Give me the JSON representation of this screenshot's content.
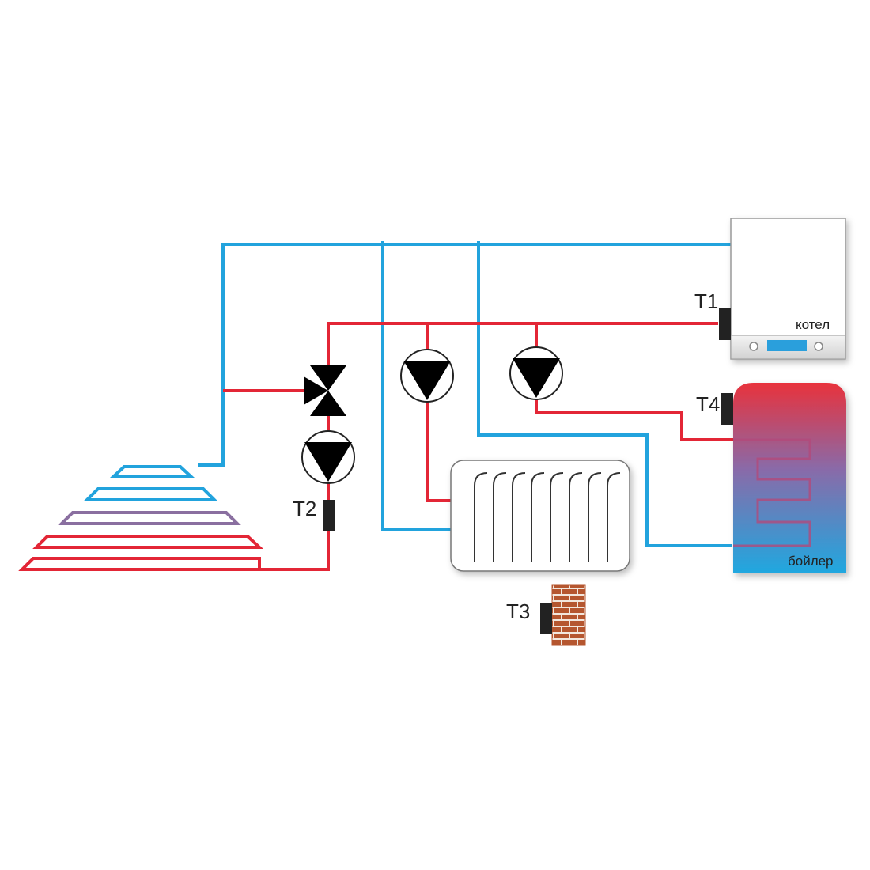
{
  "labels": {
    "t1": "T1",
    "t2": "T2",
    "t3": "T3",
    "t4": "T4",
    "boiler": "котел",
    "water_heater": "бойлер"
  },
  "colors": {
    "supply": "#e32636",
    "return": "#22a3dd",
    "mixed": "#8a6fa0",
    "device_fill": "#ffffff",
    "device_stroke": "#888888",
    "sensor": "#222222",
    "brick": "#b5562f",
    "display": "#2a9fdc"
  }
}
